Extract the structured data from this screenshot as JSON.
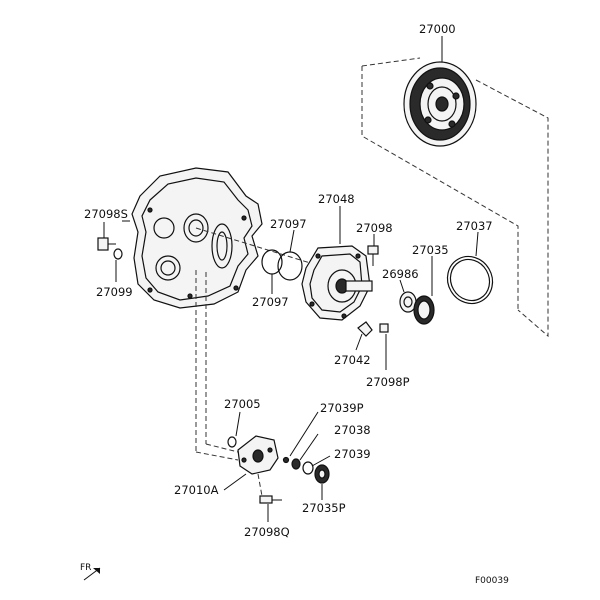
{
  "labels": {
    "p27000": "27000",
    "p27098S": "27098S",
    "p27099": "27099",
    "p27097a": "27097",
    "p27097b": "27097",
    "p27048": "27048",
    "p27098": "27098",
    "p27037": "27037",
    "p27035": "27035",
    "p26986": "26986",
    "p27042": "27042",
    "p27098P": "27098P",
    "p27005": "27005",
    "p27039P": "27039P",
    "p27038": "27038",
    "p27039": "27039",
    "p27010A": "27010A",
    "p27035P": "27035P",
    "p27098Q": "27098Q"
  },
  "direction": "FR",
  "figure_code": "F00039"
}
